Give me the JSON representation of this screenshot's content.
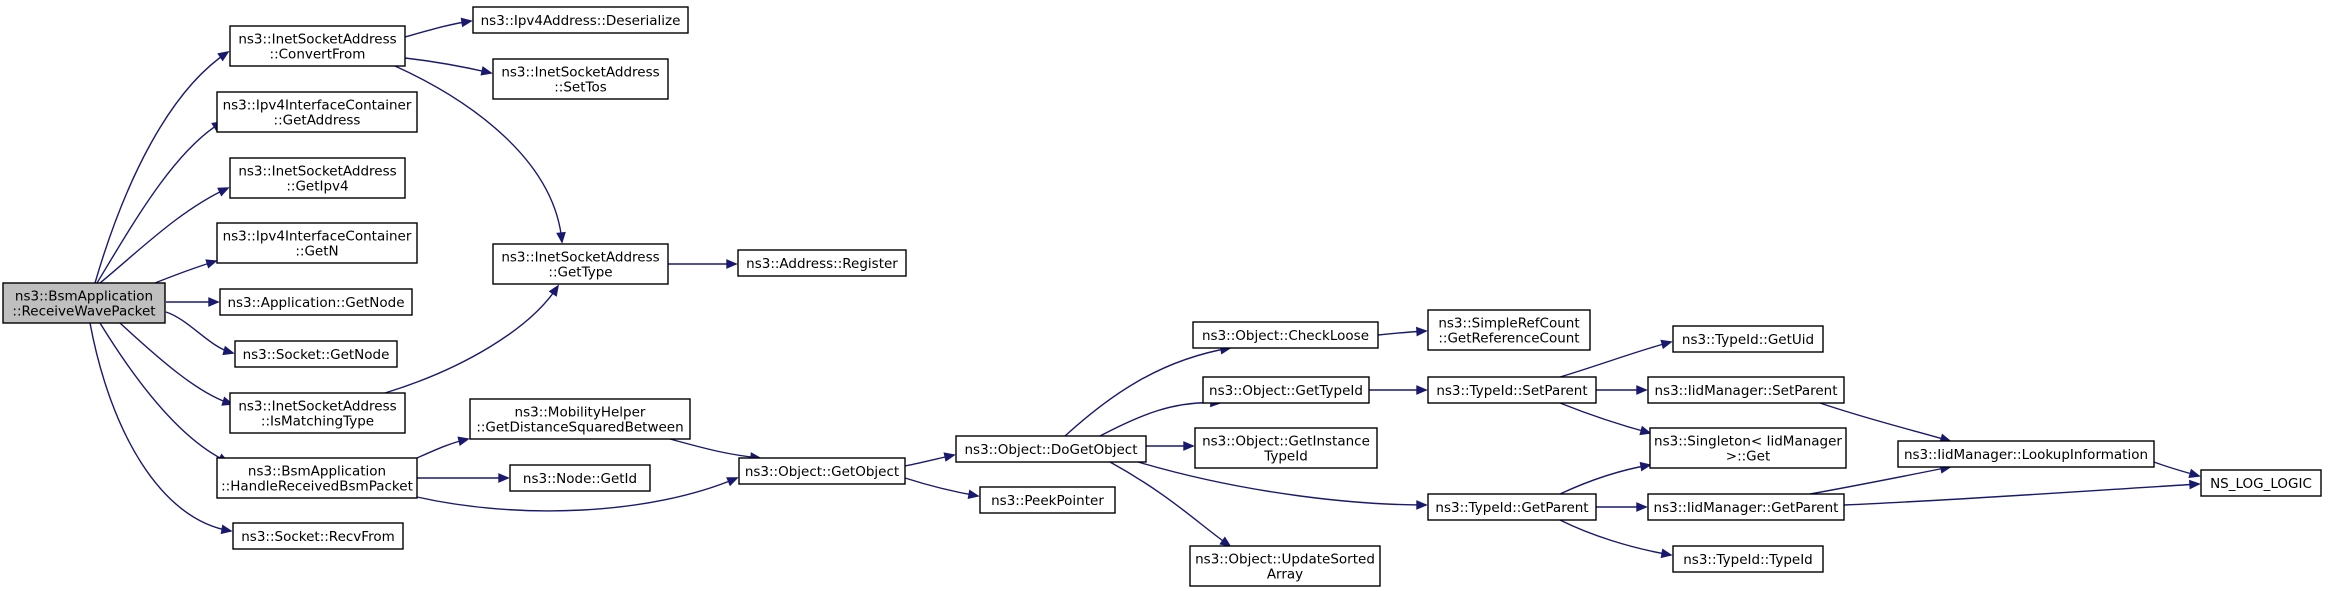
{
  "colors": {
    "edge": "#191970",
    "node_fill": "#ffffff",
    "root_fill": "#bfbfbf",
    "border": "#000000"
  },
  "nodes": [
    {
      "id": "root",
      "lines": [
        "ns3::BsmApplication",
        "::ReceiveWavePacket"
      ]
    },
    {
      "id": "convertfrom",
      "lines": [
        "ns3::InetSocketAddress",
        "::ConvertFrom"
      ]
    },
    {
      "id": "ipv4cont-getaddress",
      "lines": [
        "ns3::Ipv4InterfaceContainer",
        "::GetAddress"
      ]
    },
    {
      "id": "inet-getipv4",
      "lines": [
        "ns3::InetSocketAddress",
        "::GetIpv4"
      ]
    },
    {
      "id": "ipv4cont-getn",
      "lines": [
        "ns3::Ipv4InterfaceContainer",
        "::GetN"
      ]
    },
    {
      "id": "app-getnode",
      "lines": [
        "ns3::Application::GetNode"
      ]
    },
    {
      "id": "socket-getnode",
      "lines": [
        "ns3::Socket::GetNode"
      ]
    },
    {
      "id": "inet-ismatchingtype",
      "lines": [
        "ns3::InetSocketAddress",
        "::IsMatchingType"
      ]
    },
    {
      "id": "handlereceived",
      "lines": [
        "ns3::BsmApplication",
        "::HandleReceivedBsmPacket"
      ]
    },
    {
      "id": "socket-recvfrom",
      "lines": [
        "ns3::Socket::RecvFrom"
      ]
    },
    {
      "id": "ipv4addr-deserialize",
      "lines": [
        "ns3::Ipv4Address::Deserialize"
      ]
    },
    {
      "id": "inet-settos",
      "lines": [
        "ns3::InetSocketAddress",
        "::SetTos"
      ]
    },
    {
      "id": "inet-gettype",
      "lines": [
        "ns3::InetSocketAddress",
        "::GetType"
      ]
    },
    {
      "id": "address-register",
      "lines": [
        "ns3::Address::Register"
      ]
    },
    {
      "id": "mobility-getdist",
      "lines": [
        "ns3::MobilityHelper",
        "::GetDistanceSquaredBetween"
      ]
    },
    {
      "id": "node-getid",
      "lines": [
        "ns3::Node::GetId"
      ]
    },
    {
      "id": "object-getobject",
      "lines": [
        "ns3::Object::GetObject"
      ]
    },
    {
      "id": "object-dogetobject",
      "lines": [
        "ns3::Object::DoGetObject"
      ]
    },
    {
      "id": "peekpointer",
      "lines": [
        "ns3::PeekPointer"
      ]
    },
    {
      "id": "object-checkloose",
      "lines": [
        "ns3::Object::CheckLoose"
      ]
    },
    {
      "id": "object-gettypeid",
      "lines": [
        "ns3::Object::GetTypeId"
      ]
    },
    {
      "id": "object-getinstancetypeid",
      "lines": [
        "ns3::Object::GetInstance",
        "TypeId"
      ]
    },
    {
      "id": "object-updatesortedarray",
      "lines": [
        "ns3::Object::UpdateSorted",
        "Array"
      ]
    },
    {
      "id": "simplerefcount",
      "lines": [
        "ns3::SimpleRefCount",
        "::GetReferenceCount"
      ]
    },
    {
      "id": "typeid-setparent",
      "lines": [
        "ns3::TypeId::SetParent"
      ]
    },
    {
      "id": "typeid-getparent",
      "lines": [
        "ns3::TypeId::GetParent"
      ]
    },
    {
      "id": "typeid-getuid",
      "lines": [
        "ns3::TypeId::GetUid"
      ]
    },
    {
      "id": "iidmanager-setparent",
      "lines": [
        "ns3::IidManager::SetParent"
      ]
    },
    {
      "id": "singleton-get",
      "lines": [
        "ns3::Singleton< IidManager",
        " >::Get"
      ]
    },
    {
      "id": "iidmanager-getparent",
      "lines": [
        "ns3::IidManager::GetParent"
      ]
    },
    {
      "id": "typeid-typeid",
      "lines": [
        "ns3::TypeId::TypeId"
      ]
    },
    {
      "id": "iidmanager-lookupinfo",
      "lines": [
        "ns3::IidManager::LookupInformation"
      ]
    },
    {
      "id": "ns-log-logic",
      "lines": [
        "NS_LOG_LOGIC"
      ]
    }
  ],
  "edges": [
    {
      "from": "root",
      "to": "convertfrom"
    },
    {
      "from": "root",
      "to": "ipv4cont-getaddress"
    },
    {
      "from": "root",
      "to": "inet-getipv4"
    },
    {
      "from": "root",
      "to": "ipv4cont-getn"
    },
    {
      "from": "root",
      "to": "app-getnode"
    },
    {
      "from": "root",
      "to": "socket-getnode"
    },
    {
      "from": "root",
      "to": "inet-ismatchingtype"
    },
    {
      "from": "root",
      "to": "handlereceived"
    },
    {
      "from": "root",
      "to": "socket-recvfrom"
    },
    {
      "from": "convertfrom",
      "to": "ipv4addr-deserialize"
    },
    {
      "from": "convertfrom",
      "to": "inet-settos"
    },
    {
      "from": "convertfrom",
      "to": "inet-gettype"
    },
    {
      "from": "inet-ismatchingtype",
      "to": "inet-gettype"
    },
    {
      "from": "inet-gettype",
      "to": "address-register"
    },
    {
      "from": "handlereceived",
      "to": "mobility-getdist"
    },
    {
      "from": "handlereceived",
      "to": "node-getid"
    },
    {
      "from": "handlereceived",
      "to": "object-getobject"
    },
    {
      "from": "mobility-getdist",
      "to": "object-getobject"
    },
    {
      "from": "object-getobject",
      "to": "object-dogetobject"
    },
    {
      "from": "object-getobject",
      "to": "peekpointer"
    },
    {
      "from": "object-dogetobject",
      "to": "object-checkloose"
    },
    {
      "from": "object-dogetobject",
      "to": "object-gettypeid"
    },
    {
      "from": "object-dogetobject",
      "to": "object-getinstancetypeid"
    },
    {
      "from": "object-dogetobject",
      "to": "object-updatesortedarray"
    },
    {
      "from": "object-dogetobject",
      "to": "typeid-getparent"
    },
    {
      "from": "object-checkloose",
      "to": "simplerefcount"
    },
    {
      "from": "object-gettypeid",
      "to": "typeid-setparent"
    },
    {
      "from": "typeid-setparent",
      "to": "typeid-getuid"
    },
    {
      "from": "typeid-setparent",
      "to": "iidmanager-setparent"
    },
    {
      "from": "typeid-setparent",
      "to": "singleton-get"
    },
    {
      "from": "typeid-getparent",
      "to": "singleton-get"
    },
    {
      "from": "typeid-getparent",
      "to": "iidmanager-getparent"
    },
    {
      "from": "typeid-getparent",
      "to": "typeid-typeid"
    },
    {
      "from": "iidmanager-setparent",
      "to": "iidmanager-lookupinfo"
    },
    {
      "from": "iidmanager-getparent",
      "to": "iidmanager-lookupinfo"
    },
    {
      "from": "iidmanager-getparent",
      "to": "ns-log-logic"
    },
    {
      "from": "iidmanager-lookupinfo",
      "to": "ns-log-logic"
    }
  ]
}
